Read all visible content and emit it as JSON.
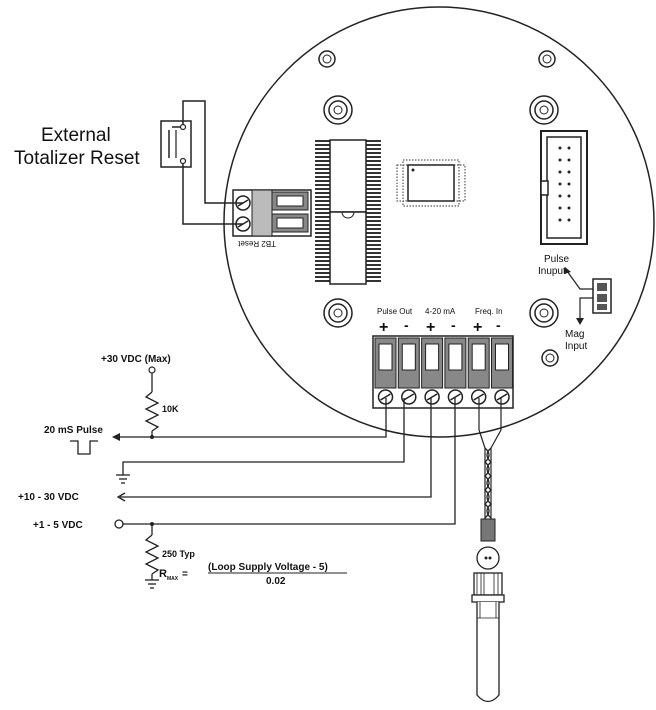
{
  "reset": {
    "line1": "External",
    "line2": "Totalizer Reset"
  },
  "tb2_label": "TB2 Reset",
  "pulse_input": {
    "line1": "Pulse",
    "line2": "Inuput"
  },
  "mag_input": {
    "line1": "Mag",
    "line2": "Input"
  },
  "terminals": {
    "pulse_out": "Pulse Out",
    "ma": "4-20 mA",
    "freq_in": "Freq. In",
    "plus": "+",
    "minus": "-"
  },
  "wiring": {
    "vdc_max": "+30 VDC (Max)",
    "r10k": "10K",
    "pulse": "20 mS Pulse",
    "vdc_10_30": "+10 - 30 VDC",
    "vdc_1_5": "+1 - 5 VDC",
    "r250": "250 Typ",
    "rmax_label": "R",
    "rmax_sub": "MAX",
    "rmax_eq": "=",
    "rmax_numerator": "(Loop Supply Voltage - 5)",
    "rmax_denominator": "0.02"
  }
}
